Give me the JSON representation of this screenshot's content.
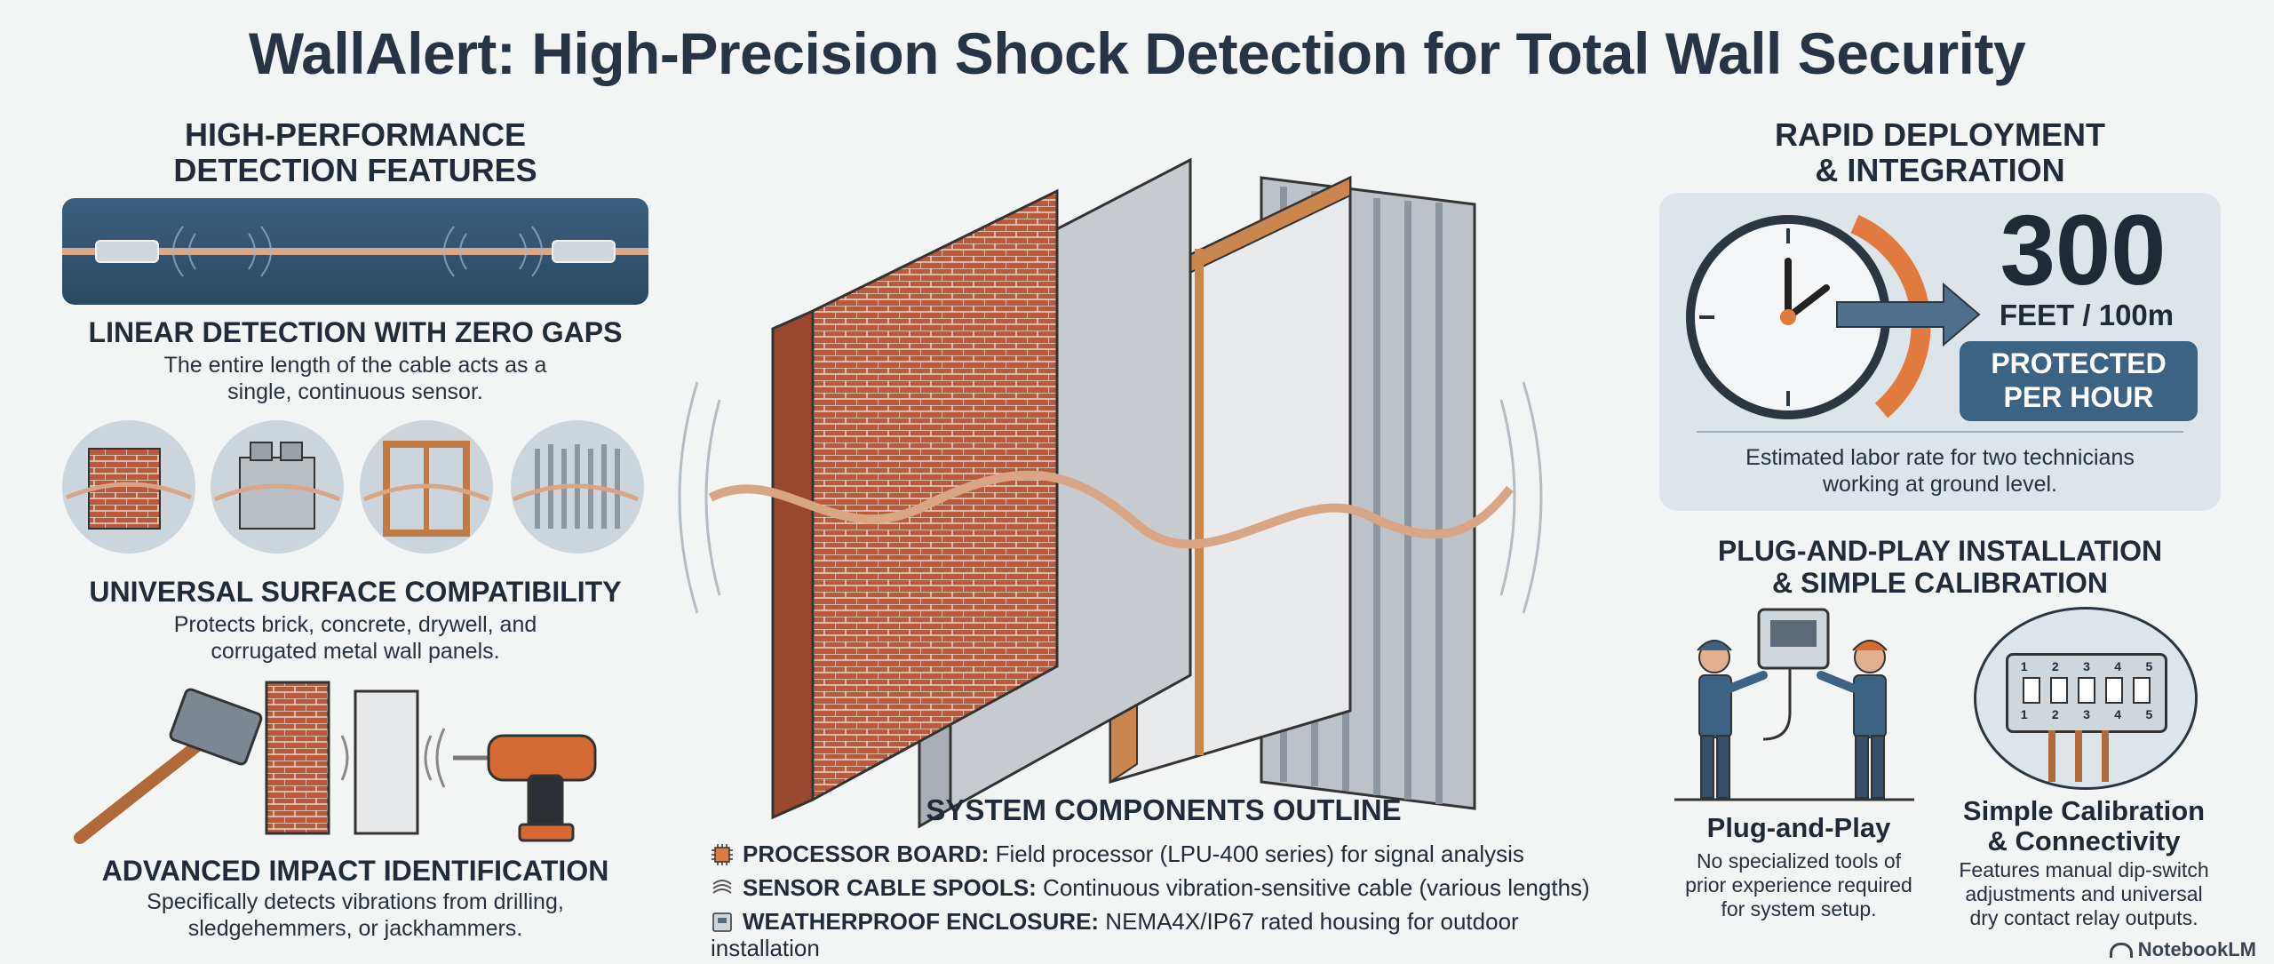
{
  "title": "WallAlert: High-Precision Shock Detection for Total Wall Security",
  "left": {
    "section_heading_line1": "HIGH-PERFORMANCE",
    "section_heading_line2": "DETECTION FEATURES",
    "features": [
      {
        "heading": "LINEAR DETECTION WITH ZERO GAPS",
        "desc_line1": "The entire length of the cable acts as a",
        "desc_line2": "single, continuous sensor."
      },
      {
        "heading": "UNIVERSAL SURFACE COMPATIBILITY",
        "desc_line1": "Protects brick, concrete, drywell, and",
        "desc_line2": "corrugated metal wall panels."
      },
      {
        "heading": "ADVANCED IMPACT IDENTIFICATION",
        "desc_line1": "Specifically detects vibrations from drilling,",
        "desc_line2": "sledgehemmers, or jackhammers."
      }
    ]
  },
  "components": {
    "heading": "SYSTEM COMPONENTS OUTLINE",
    "items": [
      {
        "label": "PROCESSOR BOARD:",
        "text": " Field processor (LPU-400 series) for signal analysis",
        "icon": "chip-icon"
      },
      {
        "label": "SENSOR CABLE SPOOLS:",
        "text": " Continuous vibration-sensitive cable (various lengths)",
        "icon": "cable-spool-icon"
      },
      {
        "label": "WEATHERPROOF ENCLOSURE:",
        "text": " NEMA4X/IP67 rated housing for outdoor installation",
        "icon": "enclosure-icon"
      }
    ]
  },
  "right": {
    "deploy_heading_line1": "RAPID DEPLOYMENT",
    "deploy_heading_line2": "& INTEGRATION",
    "big_number": "300",
    "unit": "FEET / 100m",
    "badge_line1": "PROTECTED",
    "badge_line2": "PER HOUR",
    "note_line1": "Estimated labor rate for two technicians",
    "note_line2": "working at ground level.",
    "plug_heading_line1": "PLUG-AND-PLAY INSTALLATION",
    "plug_heading_line2": "& SIMPLE CALIBRATION",
    "plug_title": "Plug-and-Play",
    "plug_desc_line1": "No specialized tools of",
    "plug_desc_line2": "prior experience required",
    "plug_desc_line3": "for system setup.",
    "calib_title_line1": "Simple Calibration",
    "calib_title_line2": "& Connectivity",
    "calib_desc_line1": "Features manual dip-switch",
    "calib_desc_line2": "adjustments and universal",
    "calib_desc_line3": "dry contact relay outputs.",
    "dip_numbers": [
      "1",
      "2",
      "3",
      "4",
      "5"
    ]
  },
  "watermark": "NotebookLM",
  "colors": {
    "brick": "#b85a3c",
    "navy": "#2f5272",
    "concrete": "#c9cccf",
    "cable": "#d8a585",
    "accent_orange": "#e07a3e"
  }
}
